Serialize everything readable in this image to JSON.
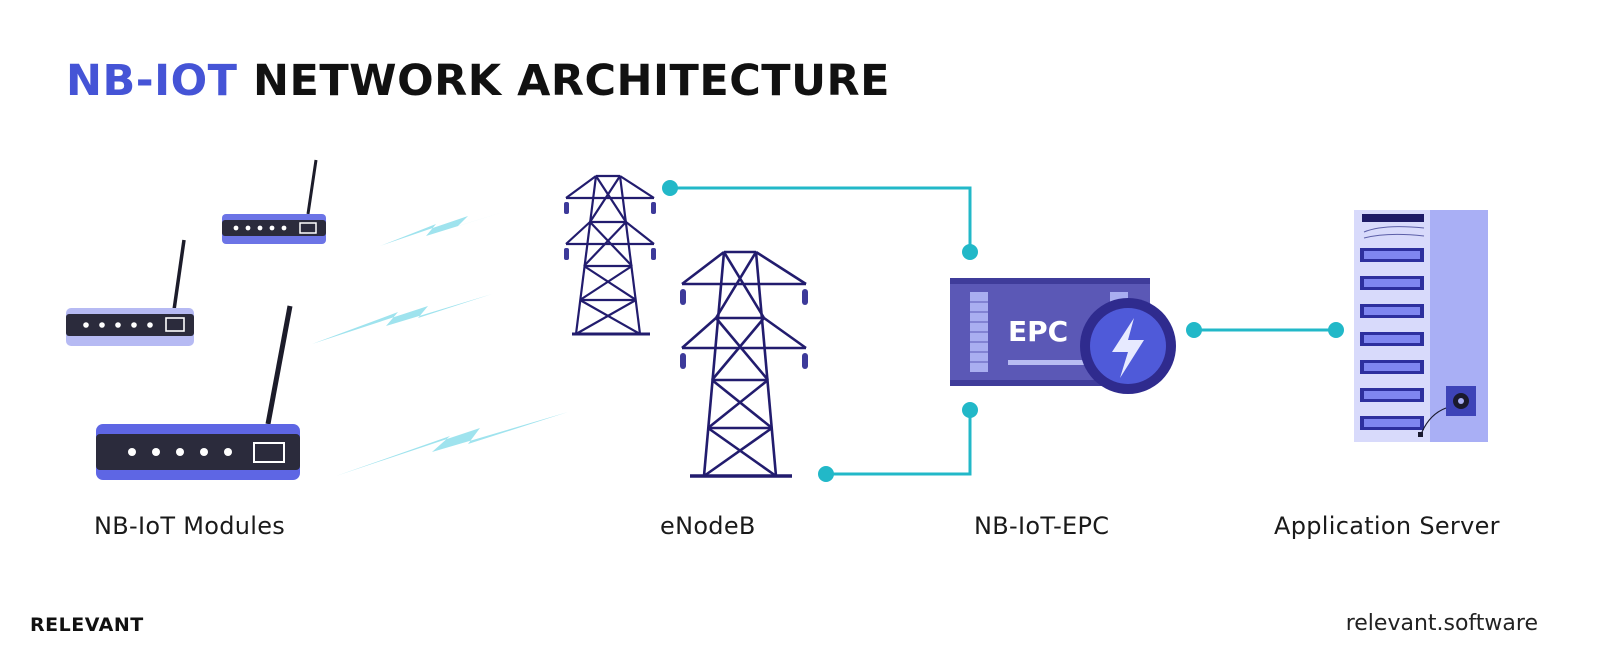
{
  "title": {
    "accent": "NB-IOT",
    "rest": "NETWORK ARCHITECTURE"
  },
  "labels": {
    "modules": "NB-IoT Modules",
    "enodeb": "eNodeB",
    "epc": "NB-IoT-EPC",
    "server": "Application Server"
  },
  "epc_box_text": "EPC",
  "footer": {
    "brand": "RELEVANT",
    "site": "relevant.software"
  },
  "colors": {
    "accent": "#4554d6",
    "connector": "#22b8c8",
    "signal": "#9fe3ee",
    "tower": "#221c6e",
    "epc_box": "#5b58b6",
    "server_panel": "#a9aff5"
  },
  "icons": [
    "router-icon",
    "lightning-icon",
    "transmission-tower-icon",
    "server-rack-icon"
  ]
}
